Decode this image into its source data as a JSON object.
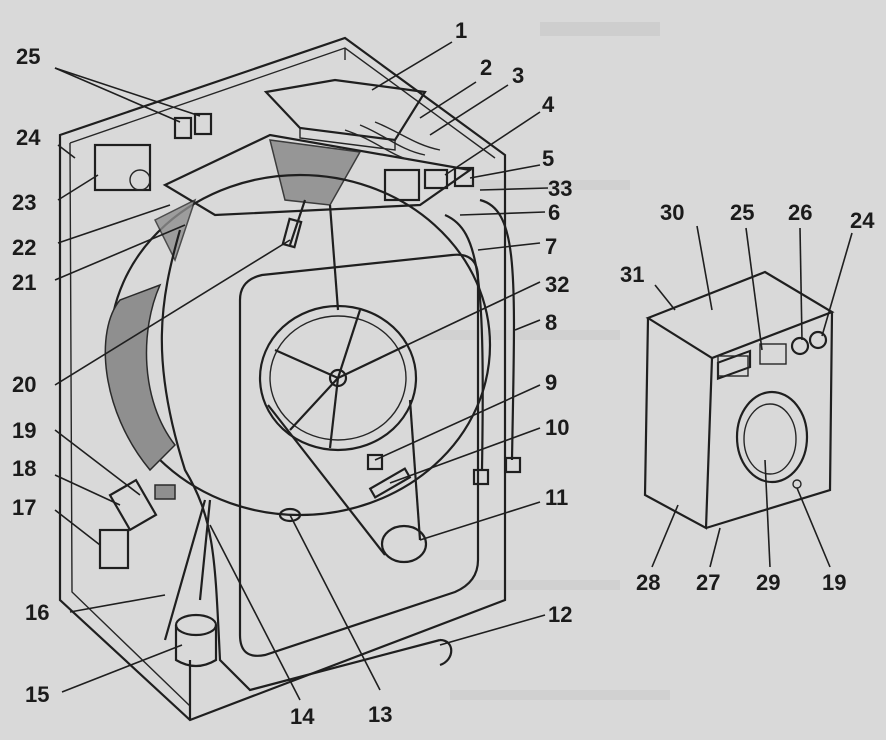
{
  "figure": {
    "callouts": [
      "1",
      "2",
      "3",
      "4",
      "5",
      "33",
      "6",
      "7",
      "32",
      "8",
      "9",
      "10",
      "11",
      "12",
      "13",
      "14",
      "15",
      "16",
      "17",
      "18",
      "19",
      "20",
      "21",
      "22",
      "23",
      "24",
      "25"
    ],
    "inset_callouts": [
      "30",
      "25",
      "26",
      "24",
      "31",
      "28",
      "27",
      "29",
      "19"
    ]
  },
  "colors": {
    "background": "#d9d9d9",
    "ink": "#1f1f1f",
    "shading": "#8f8f8f"
  }
}
